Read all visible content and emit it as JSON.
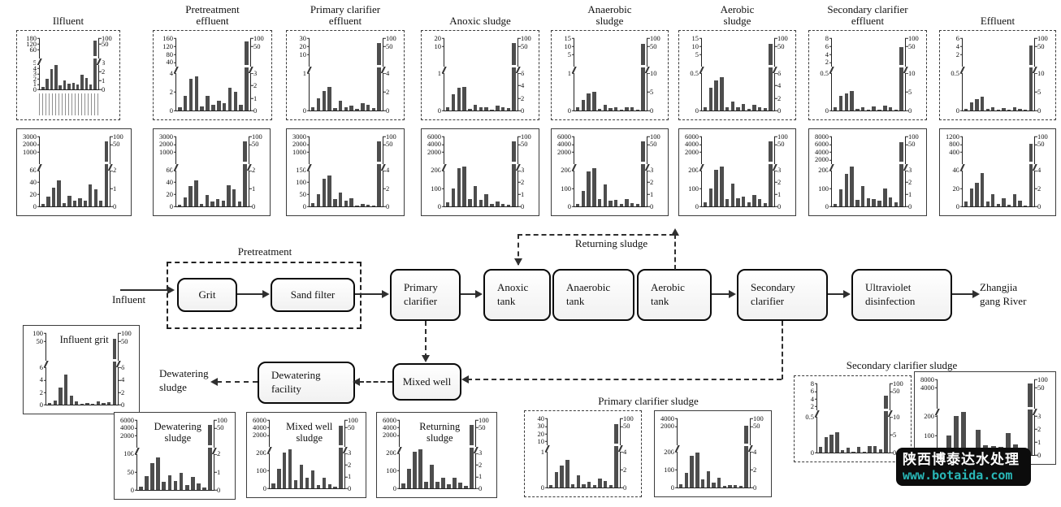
{
  "flow": {
    "influent_label": "Influent",
    "pretreatment_label": "Pretreatment",
    "grit": "Grit",
    "sand_filter": "Sand filter",
    "primary_clarifier": "Primary\nclarifier",
    "anoxic_tank": "Anoxic\ntank",
    "anaerobic_tank": "Anaerobic\ntank",
    "aerobic_tank": "Aerobic\ntank",
    "secondary_clarifier": "Secondary\nclarifier",
    "uv_disinfection": "Ultraviolet\ndisinfection",
    "river_label": "Zhangjia\ngang River",
    "returning_sludge_label": "Returning sludge",
    "mixed_well": "Mixed well",
    "dewatering_facility": "Dewatering\nfacility",
    "dewatering_sludge_label": "Dewatering\nsludge",
    "primary_clarifier_sludge_label": "Primary clarifier sludge",
    "secondary_clarifier_sludge_label": "Secondary clarifier sludge"
  },
  "watermark": {
    "line1": "陕西博泰达水处理",
    "line2": "www.botaida.com",
    "bg": "#0c0c0c",
    "line1_color": "#ffffff",
    "line2_color": "#29b7b7"
  },
  "colors": {
    "bar": "#4d4d4d",
    "axis": "#222222",
    "box_border": "#3c3c3c",
    "flow_line": "#2f2f2f"
  },
  "chart_data": [
    {
      "id": "influent",
      "type": "bar",
      "title": "Ilfluent",
      "title_pos": "above",
      "border": "dashed",
      "left_ticks_upper": [
        "180",
        "120",
        "60"
      ],
      "left_ticks_lower": [
        "5",
        "4",
        "3",
        "2",
        "1",
        "0"
      ],
      "right_ticks_upper": [
        "100",
        "50"
      ],
      "right_ticks_lower": [
        "3",
        "2",
        "1",
        "0"
      ],
      "bars": [
        5,
        21,
        40,
        47,
        8,
        17,
        11,
        13,
        9,
        29,
        23,
        10,
        95
      ],
      "x_labels_illegible": true
    },
    {
      "id": "pretreatment_effluent",
      "type": "bar",
      "title": "Pretreatment\neffluent",
      "title_pos": "above",
      "border": "dashed",
      "left_ticks_upper": [
        "160",
        "120",
        "80",
        "40"
      ],
      "left_ticks_lower": [
        "4",
        "2",
        "0"
      ],
      "right_ticks_upper": [
        "100",
        "50"
      ],
      "right_ticks_lower": [
        "3",
        "2",
        "1",
        "0"
      ],
      "bars": [
        4,
        20,
        44,
        47,
        6,
        20,
        8,
        14,
        10,
        32,
        26,
        8,
        95
      ]
    },
    {
      "id": "primary_clarifier_effluent",
      "type": "bar",
      "title": "Primary clarifier\neffluent",
      "title_pos": "above",
      "border": "dashed",
      "left_ticks_upper": [
        "30",
        "20",
        "10"
      ],
      "left_ticks_lower": [
        "1",
        "0"
      ],
      "right_ticks_upper": [
        "100",
        "50"
      ],
      "right_ticks_lower": [
        "4",
        "2",
        "0"
      ],
      "bars": [
        4,
        17,
        27,
        33,
        3,
        14,
        4,
        7,
        2,
        10,
        8,
        3,
        93
      ]
    },
    {
      "id": "anoxic_sludge",
      "type": "bar",
      "title": "Anoxic sludge",
      "title_pos": "above",
      "border": "dashed",
      "left_ticks_upper": [
        "20",
        "10"
      ],
      "left_ticks_lower": [
        "1",
        "0"
      ],
      "right_ticks_upper": [
        "100",
        "50"
      ],
      "right_ticks_lower": [
        "6",
        "4",
        "2",
        "0"
      ],
      "bars": [
        4,
        22,
        31,
        33,
        2,
        8,
        4,
        5,
        1,
        7,
        5,
        3,
        93
      ]
    },
    {
      "id": "anaerobic_sludge",
      "type": "bar",
      "title": "Anaerobic\nsludge",
      "title_pos": "above",
      "border": "dashed",
      "left_ticks_upper": [
        "15",
        "10",
        "5"
      ],
      "left_ticks_lower": [
        "1",
        "0"
      ],
      "right_ticks_upper": [
        "100",
        "50"
      ],
      "right_ticks_lower": [
        "10",
        "5",
        "0"
      ],
      "bars": [
        4,
        15,
        24,
        26,
        2,
        8,
        3,
        5,
        1,
        4,
        4,
        1,
        92
      ]
    },
    {
      "id": "aerobic_sludge",
      "type": "bar",
      "title": "Aerobic\nsludge",
      "title_pos": "above",
      "border": "dashed",
      "left_ticks_upper": [
        "15",
        "10",
        "5"
      ],
      "left_ticks_lower": [
        "0.5",
        "0"
      ],
      "right_ticks_upper": [
        "100",
        "50"
      ],
      "right_ticks_lower": [
        "6",
        "4",
        "2",
        "0"
      ],
      "bars": [
        5,
        32,
        42,
        46,
        4,
        12,
        4,
        9,
        2,
        8,
        5,
        3,
        92
      ]
    },
    {
      "id": "secondary_clarifier_effluent",
      "type": "bar",
      "title": "Secondary clarifier\neffluent",
      "title_pos": "above",
      "border": "dashed",
      "left_ticks_upper": [
        "8",
        "6",
        "4",
        "2"
      ],
      "left_ticks_lower": [
        "0.5",
        "0"
      ],
      "right_ticks_upper": [
        "100",
        "50"
      ],
      "right_ticks_lower": [
        "10",
        "5",
        "0"
      ],
      "bars": [
        5,
        20,
        24,
        27,
        2,
        4,
        1,
        6,
        1,
        7,
        4,
        1,
        88
      ]
    },
    {
      "id": "effluent",
      "type": "bar",
      "title": "Effluent",
      "title_pos": "above",
      "border": "dashed",
      "left_ticks_upper": [
        "6",
        "4",
        "2"
      ],
      "left_ticks_lower": [
        "0.5",
        "0"
      ],
      "right_ticks_upper": [
        "100",
        "50"
      ],
      "right_ticks_lower": [
        "10",
        "5",
        "0"
      ],
      "bars": [
        2,
        11,
        16,
        19,
        2,
        5,
        1,
        3,
        1,
        4,
        2,
        1,
        90
      ]
    },
    {
      "id": "row2_1",
      "type": "bar",
      "title": "",
      "title_pos": "none",
      "border": "solid",
      "left_ticks_upper": [
        "3000",
        "2000",
        "1000"
      ],
      "left_ticks_lower": [
        "60",
        "40",
        "20",
        "0"
      ],
      "right_ticks_upper": [
        "100",
        "50"
      ],
      "right_ticks_lower": [
        "2",
        "1",
        "0"
      ],
      "bars": [
        3,
        14,
        27,
        37,
        5,
        15,
        8,
        12,
        8,
        31,
        25,
        8,
        93
      ]
    },
    {
      "id": "row2_2",
      "type": "bar",
      "title": "",
      "title_pos": "none",
      "border": "solid",
      "left_ticks_upper": [
        "3000",
        "2000",
        "1000"
      ],
      "left_ticks_lower": [
        "60",
        "40",
        "20",
        "0"
      ],
      "right_ticks_upper": [
        "100",
        "50"
      ],
      "right_ticks_lower": [
        "2",
        "1",
        "0"
      ],
      "bars": [
        2,
        13,
        29,
        37,
        4,
        16,
        7,
        10,
        8,
        30,
        25,
        7,
        93
      ]
    },
    {
      "id": "row2_3",
      "type": "bar",
      "title": "",
      "title_pos": "none",
      "border": "solid",
      "left_ticks_upper": [
        "3000",
        "2000",
        "1000"
      ],
      "left_ticks_lower": [
        "150",
        "100",
        "50",
        "0"
      ],
      "right_ticks_upper": [
        "100",
        "50"
      ],
      "right_ticks_lower": [
        "4",
        "2",
        "0"
      ],
      "bars": [
        5,
        18,
        40,
        44,
        10,
        20,
        8,
        12,
        1,
        4,
        2,
        1,
        93
      ]
    },
    {
      "id": "row2_4",
      "type": "bar",
      "title": "",
      "title_pos": "none",
      "border": "solid",
      "left_ticks_upper": [
        "6000",
        "4000",
        "2000"
      ],
      "left_ticks_lower": [
        "200",
        "100",
        "0"
      ],
      "right_ticks_upper": [
        "100",
        "50"
      ],
      "right_ticks_lower": [
        "3",
        "2",
        "1",
        "0"
      ],
      "bars": [
        6,
        26,
        55,
        57,
        11,
        29,
        9,
        17,
        3,
        7,
        4,
        2,
        93
      ]
    },
    {
      "id": "row2_5",
      "type": "bar",
      "title": "",
      "title_pos": "none",
      "border": "solid",
      "left_ticks_upper": [
        "6000",
        "4000",
        "2000"
      ],
      "left_ticks_lower": [
        "200",
        "100",
        "0"
      ],
      "right_ticks_upper": [
        "100",
        "50"
      ],
      "right_ticks_lower": [
        "3",
        "2",
        "1",
        "0"
      ],
      "bars": [
        4,
        22,
        50,
        55,
        10,
        31,
        8,
        9,
        4,
        10,
        5,
        3,
        93
      ]
    },
    {
      "id": "row2_6",
      "type": "bar",
      "title": "",
      "title_pos": "none",
      "border": "solid",
      "left_ticks_upper": [
        "6000",
        "4000",
        "2000"
      ],
      "left_ticks_lower": [
        "200",
        "100",
        "0"
      ],
      "right_ticks_upper": [
        "100",
        "50"
      ],
      "right_ticks_lower": [
        "3",
        "2",
        "1",
        "0"
      ],
      "bars": [
        6,
        26,
        52,
        57,
        11,
        33,
        12,
        14,
        6,
        16,
        10,
        5,
        93
      ]
    },
    {
      "id": "row2_7",
      "type": "bar",
      "title": "",
      "title_pos": "none",
      "border": "solid",
      "left_ticks_upper": [
        "8000",
        "6000",
        "4000",
        "2000"
      ],
      "left_ticks_lower": [
        "200",
        "100",
        "0"
      ],
      "right_ticks_upper": [
        "100",
        "50"
      ],
      "right_ticks_lower": [
        "3",
        "2",
        "1",
        "0"
      ],
      "bars": [
        3,
        24,
        47,
        57,
        9,
        29,
        12,
        11,
        8,
        26,
        13,
        6,
        92
      ]
    },
    {
      "id": "row2_8",
      "type": "bar",
      "title": "",
      "title_pos": "none",
      "border": "solid",
      "left_ticks_upper": [
        "1200",
        "800",
        "400"
      ],
      "left_ticks_lower": [
        "40",
        "20",
        "0"
      ],
      "right_ticks_upper": [
        "100",
        "50"
      ],
      "right_ticks_lower": [
        "4",
        "2",
        "0"
      ],
      "bars": [
        7,
        26,
        34,
        48,
        7,
        18,
        4,
        12,
        2,
        18,
        8,
        1,
        90
      ]
    },
    {
      "id": "influent_grit",
      "type": "bar",
      "title": "Influent grit",
      "title_pos": "inside",
      "border": "solid",
      "left_ticks_upper": [
        "100",
        "50"
      ],
      "left_ticks_lower": [
        "6",
        "4",
        "2",
        "0"
      ],
      "right_ticks_upper": [
        "100",
        "50"
      ],
      "right_ticks_lower": [
        "6",
        "4",
        "2",
        "0"
      ],
      "bars": [
        2,
        6,
        24,
        42,
        12,
        4,
        1,
        2,
        1,
        5,
        2,
        3,
        92
      ]
    },
    {
      "id": "dewatering_sludge",
      "type": "bar",
      "title": "Dewatering\nsludge",
      "title_pos": "inside",
      "border": "solid",
      "left_ticks_upper": [
        "6000",
        "4000",
        "2000"
      ],
      "left_ticks_lower": [
        "100",
        "50",
        "0"
      ],
      "right_ticks_upper": [
        "100",
        "50"
      ],
      "right_ticks_lower": [
        "2",
        "1",
        "0"
      ],
      "bars": [
        5,
        20,
        38,
        46,
        12,
        21,
        13,
        24,
        7,
        19,
        9,
        4,
        93
      ]
    },
    {
      "id": "mixed_well_sludge",
      "type": "bar",
      "title": "Mixed well\nsludge",
      "title_pos": "inside",
      "border": "solid",
      "left_ticks_upper": [
        "6000",
        "4000",
        "2000"
      ],
      "left_ticks_lower": [
        "200",
        "100",
        "0"
      ],
      "right_ticks_upper": [
        "100",
        "50"
      ],
      "right_ticks_lower": [
        "3",
        "2",
        "1",
        "0"
      ],
      "bars": [
        7,
        28,
        52,
        57,
        12,
        34,
        16,
        26,
        5,
        15,
        6,
        2,
        92
      ]
    },
    {
      "id": "returning_sludge",
      "type": "bar",
      "title": "Returning\nsludge",
      "title_pos": "inside",
      "border": "solid",
      "left_ticks_upper": [
        "6000",
        "4000",
        "2000"
      ],
      "left_ticks_lower": [
        "200",
        "100",
        "0"
      ],
      "right_ticks_upper": [
        "100",
        "50"
      ],
      "right_ticks_lower": [
        "3",
        "2",
        "1",
        "0"
      ],
      "bars": [
        7,
        29,
        53,
        57,
        10,
        34,
        9,
        15,
        6,
        15,
        8,
        4,
        93
      ]
    },
    {
      "id": "primary_clarifier_sludge_a",
      "type": "bar",
      "title": "",
      "title_pos": "none",
      "border": "dashed",
      "left_ticks_upper": [
        "40",
        "30",
        "20",
        "10"
      ],
      "left_ticks_lower": [
        "1",
        "0"
      ],
      "right_ticks_upper": [
        "100",
        "50"
      ],
      "right_ticks_lower": [
        "4",
        "2",
        "0"
      ],
      "bars": [
        4,
        22,
        32,
        40,
        5,
        18,
        5,
        8,
        3,
        13,
        10,
        3,
        92
      ]
    },
    {
      "id": "primary_clarifier_sludge_b",
      "type": "bar",
      "title": "",
      "title_pos": "none",
      "border": "solid",
      "left_ticks_upper": [
        "4000",
        "2000"
      ],
      "left_ticks_lower": [
        "200",
        "100",
        "0"
      ],
      "right_ticks_upper": [
        "100",
        "50"
      ],
      "right_ticks_lower": [
        "4",
        "2",
        "0"
      ],
      "bars": [
        5,
        21,
        46,
        51,
        12,
        23,
        7,
        14,
        2,
        4,
        3,
        2,
        90
      ]
    },
    {
      "id": "secondary_clarifier_sludge_a",
      "type": "bar",
      "title": "",
      "title_pos": "none",
      "border": "dashed",
      "left_ticks_upper": [
        "8",
        "6",
        "4",
        "2"
      ],
      "left_ticks_lower": [
        "0.5",
        "0"
      ],
      "right_ticks_upper": [
        "100",
        "50"
      ],
      "right_ticks_lower": [
        "10",
        "5",
        "0"
      ],
      "bars": [
        8,
        22,
        26,
        30,
        3,
        7,
        1,
        8,
        1,
        9,
        10,
        5,
        82
      ]
    },
    {
      "id": "secondary_clarifier_sludge_b",
      "type": "bar",
      "title": "",
      "title_pos": "none",
      "border": "solid",
      "left_ticks_upper": [
        "8000",
        "4000"
      ],
      "left_ticks_lower": [
        "200",
        "100",
        "0"
      ],
      "right_ticks_upper": [
        "100",
        "50"
      ],
      "right_ticks_lower": [
        "3",
        "2",
        "1",
        "0"
      ],
      "bars": [
        4,
        26,
        52,
        57,
        9,
        33,
        13,
        12,
        11,
        29,
        14,
        8,
        95
      ]
    }
  ]
}
